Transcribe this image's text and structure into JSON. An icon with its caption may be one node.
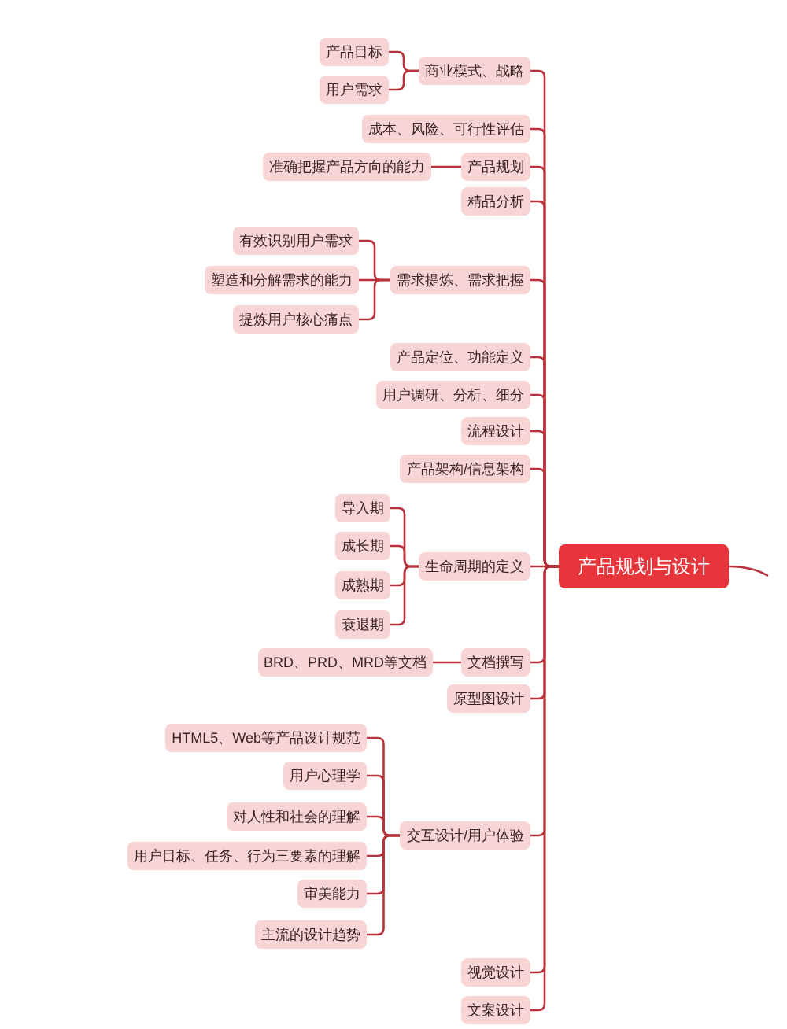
{
  "diagram": {
    "nodes": [
      {
        "text": [
          "产品规划与设计"
        ]
      },
      {
        "text": [
          "商业模式、战略"
        ]
      },
      {
        "text": [
          "产品目标"
        ]
      },
      {
        "text": [
          "用户需求"
        ]
      },
      {
        "text": [
          "成本、风险、可行性评估"
        ]
      },
      {
        "text": [
          "产品规划"
        ]
      },
      {
        "text": [
          "准确把握产品方向的能力"
        ]
      },
      {
        "text": [
          "精品分析"
        ]
      },
      {
        "text": [
          "需求提炼、需求把握"
        ]
      },
      {
        "text": [
          "有效识别用户需求"
        ]
      },
      {
        "text": [
          "塑造和分解需求的能力"
        ]
      },
      {
        "text": [
          "提炼用户核心痛点"
        ]
      },
      {
        "text": [
          "产品定位、功能定义"
        ]
      },
      {
        "text": [
          "用户调研、分析、细分"
        ]
      },
      {
        "text": [
          "流程设计"
        ]
      },
      {
        "text": [
          "产品架构/信息架构"
        ]
      },
      {
        "text": [
          "生命周期的定义"
        ]
      },
      {
        "text": [
          "导入期"
        ]
      },
      {
        "text": [
          "成长期"
        ]
      },
      {
        "text": [
          "成熟期"
        ]
      },
      {
        "text": [
          "衰退期"
        ]
      },
      {
        "text": [
          "文档撰写"
        ]
      },
      {
        "text": [
          "BRD、PRD、MRD等文档"
        ]
      },
      {
        "text": [
          "原型图设计"
        ]
      },
      {
        "text": [
          "交互设计/用户体验"
        ]
      },
      {
        "text": [
          "HTML5、Web等产品设计规范"
        ]
      },
      {
        "text": [
          "用户心理学"
        ]
      },
      {
        "text": [
          "对人性和社会的理解"
        ]
      },
      {
        "text": [
          "用户目标、任务、行为三要素的理解"
        ]
      },
      {
        "text": [
          "审美能力"
        ]
      },
      {
        "text": [
          "主流的设计趋势"
        ]
      },
      {
        "text": [
          "视觉设计"
        ]
      },
      {
        "text": [
          "文案设计"
        ]
      }
    ],
    "edges": [
      {
        "from": 0,
        "to": 1,
        "arrow": "none"
      },
      {
        "from": 1,
        "to": 2,
        "arrow": "none"
      },
      {
        "from": 1,
        "to": 3,
        "arrow": "none"
      },
      {
        "from": 0,
        "to": 4,
        "arrow": "none"
      },
      {
        "from": 0,
        "to": 5,
        "arrow": "none"
      },
      {
        "from": 5,
        "to": 6,
        "arrow": "none"
      },
      {
        "from": 0,
        "to": 7,
        "arrow": "none"
      },
      {
        "from": 0,
        "to": 8,
        "arrow": "none"
      },
      {
        "from": 8,
        "to": 9,
        "arrow": "none"
      },
      {
        "from": 8,
        "to": 10,
        "arrow": "none"
      },
      {
        "from": 8,
        "to": 11,
        "arrow": "none"
      },
      {
        "from": 0,
        "to": 12,
        "arrow": "none"
      },
      {
        "from": 0,
        "to": 13,
        "arrow": "none"
      },
      {
        "from": 0,
        "to": 14,
        "arrow": "none"
      },
      {
        "from": 0,
        "to": 15,
        "arrow": "none"
      },
      {
        "from": 0,
        "to": 16,
        "arrow": "none"
      },
      {
        "from": 16,
        "to": 17,
        "arrow": "none"
      },
      {
        "from": 16,
        "to": 18,
        "arrow": "none"
      },
      {
        "from": 16,
        "to": 19,
        "arrow": "none"
      },
      {
        "from": 16,
        "to": 20,
        "arrow": "none"
      },
      {
        "from": 0,
        "to": 21,
        "arrow": "none"
      },
      {
        "from": 21,
        "to": 22,
        "arrow": "none"
      },
      {
        "from": 0,
        "to": 23,
        "arrow": "none"
      },
      {
        "from": 0,
        "to": 24,
        "arrow": "none"
      },
      {
        "from": 24,
        "to": 25,
        "arrow": "none"
      },
      {
        "from": 24,
        "to": 26,
        "arrow": "none"
      },
      {
        "from": 24,
        "to": 27,
        "arrow": "none"
      },
      {
        "from": 24,
        "to": 28,
        "arrow": "none"
      },
      {
        "from": 24,
        "to": 29,
        "arrow": "none"
      },
      {
        "from": 24,
        "to": 30,
        "arrow": "none"
      },
      {
        "from": 0,
        "to": 31,
        "arrow": "none"
      },
      {
        "from": 0,
        "to": 32,
        "arrow": "none"
      },
      {
        "from": 0,
        "to": null,
        "arrow": "none"
      }
    ]
  }
}
